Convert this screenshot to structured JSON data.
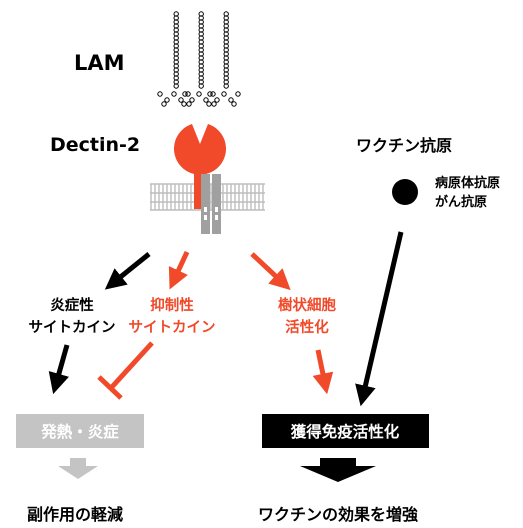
{
  "labels": {
    "lam": "LAM",
    "dectin": "Dectin-2",
    "vaccine_antigen": "ワクチン抗原",
    "antigen_types_line1": "病原体抗原",
    "antigen_types_line2": "がん抗原",
    "inflammatory_line1": "炎症性",
    "inflammatory_line2": "サイトカイン",
    "suppressive_line1": "抑制性",
    "suppressive_line2": "サイトカイン",
    "dc_line1": "樹状細胞",
    "dc_line2": "活性化",
    "fever_box": "発熱・炎症",
    "acquired_box": "獲得免疫活性化",
    "side_effect": "副作用の軽減",
    "vaccine_effect": "ワクチンの効果を増強"
  },
  "colors": {
    "accent_red": "#f04a2a",
    "black": "#000000",
    "gray_box": "#c4c4c4",
    "membrane": "#bdbdbd",
    "partner": "#a0a0a0"
  }
}
